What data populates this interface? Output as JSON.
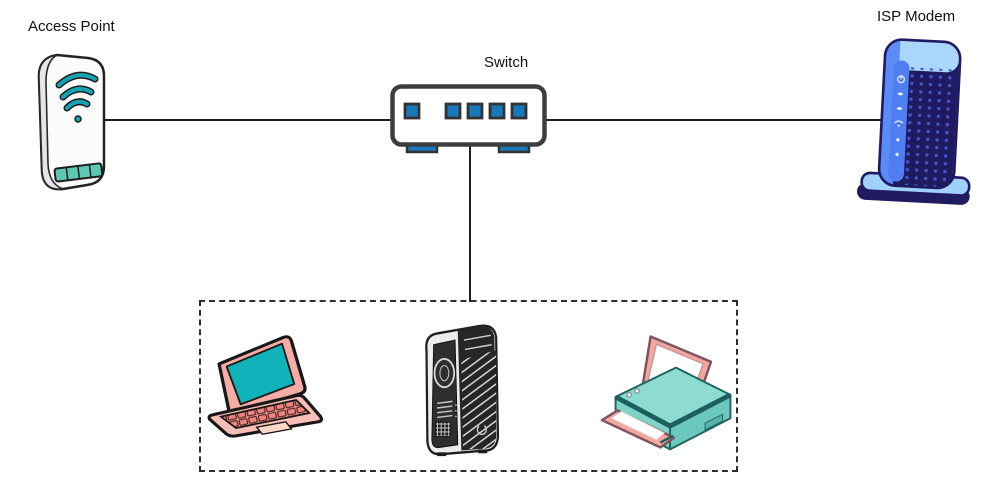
{
  "diagram": {
    "type": "network-topology",
    "labels": {
      "access_point": "Access Point",
      "switch": "Switch",
      "isp_modem": "ISP Modem"
    },
    "nodes": [
      {
        "id": "access-point",
        "label": "Access Point",
        "icon": "access-point-icon"
      },
      {
        "id": "switch",
        "label": "Switch",
        "icon": "switch-icon"
      },
      {
        "id": "isp-modem",
        "label": "ISP Modem",
        "icon": "isp-modem-icon"
      },
      {
        "id": "laptop",
        "label": "",
        "icon": "laptop-icon"
      },
      {
        "id": "desktop-tower",
        "label": "",
        "icon": "desktop-tower-icon"
      },
      {
        "id": "printer",
        "label": "",
        "icon": "printer-icon"
      }
    ],
    "connections": [
      {
        "from": "access-point",
        "to": "switch",
        "style": "solid"
      },
      {
        "from": "switch",
        "to": "isp-modem",
        "style": "solid"
      },
      {
        "from": "switch",
        "to": "lan-devices-group",
        "style": "solid"
      }
    ],
    "groups": [
      {
        "id": "lan-devices-group",
        "border": "dashed",
        "members": [
          "laptop",
          "desktop-tower",
          "printer"
        ]
      }
    ],
    "colors": {
      "background": "#ffffff",
      "connector": "#1e1e1e",
      "group_border": "#2e2e2e",
      "accent_teal": "#14a3b2",
      "switch_port_blue": "#1778bc",
      "modem_navy": "#201b61",
      "modem_blue": "#4f7df2",
      "modem_light_blue": "#a9d7fb",
      "laptop_pink": "#f6aba4",
      "laptop_screen_teal": "#0fb3b9",
      "printer_teal": "#8edbd2",
      "printer_pink": "#f2a79f",
      "tower_dark": "#262626"
    }
  }
}
